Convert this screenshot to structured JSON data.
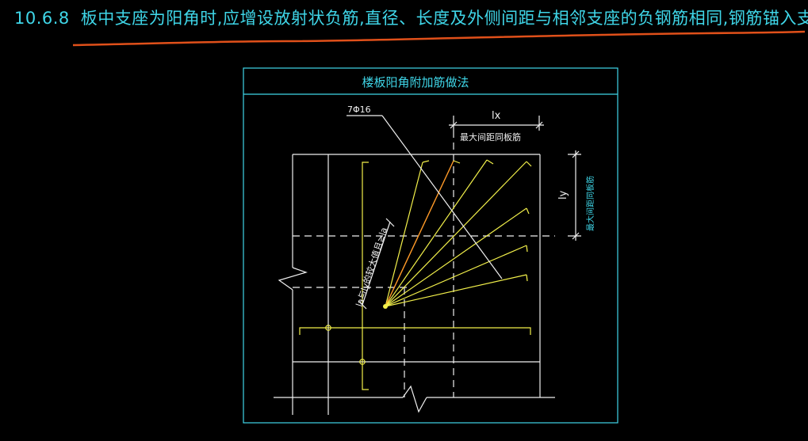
{
  "heading": {
    "number": "10.6.8",
    "text": "板中支座为阳角时,应增设放射状负筋,直径、长度及外侧间距与相邻支座的负钢筋相同,钢筋锚入支座la。楼板阳角附加筋做法见下图"
  },
  "drawing": {
    "title": "楼板阳角附加筋做法",
    "bar_callout": "7Φ16",
    "lx_label": "lx",
    "ly_label": "ly",
    "top_note": "最大间距同板筋",
    "side_note": "最大间距同板筋",
    "diagonal_note": "la与ly的较大值且≥la",
    "colors": {
      "heading": "#3fd6e8",
      "frame": "#3fd6e8",
      "structure": "#f0f0f0",
      "rebar": "#f2f04a",
      "underline": "#e0501a"
    }
  }
}
